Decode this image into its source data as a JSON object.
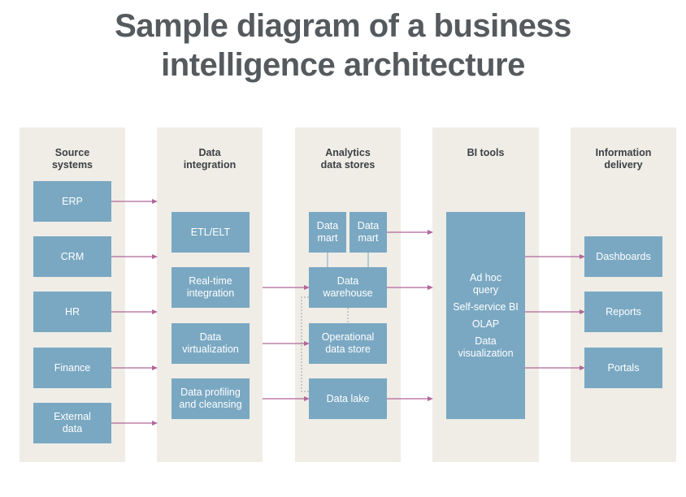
{
  "title": {
    "line1": "Sample diagram of a business",
    "line2": "intelligence architecture"
  },
  "columns": {
    "source": "Source\nsystems",
    "integration": "Data\nintegration",
    "stores": "Analytics\ndata stores",
    "bi": "BI tools",
    "delivery": "Information\ndelivery"
  },
  "source_systems": [
    "ERP",
    "CRM",
    "HR",
    "Finance",
    "External\ndata"
  ],
  "data_integration": [
    "ETL/ELT",
    "Real-time\nintegration",
    "Data\nvirtualization",
    "Data profiling\nand cleansing"
  ],
  "data_stores": {
    "mart_1": "Data\nmart",
    "mart_2": "Data\nmart",
    "warehouse": "Data\nwarehouse",
    "ods": "Operational\ndata store",
    "lake": "Data lake"
  },
  "bi_tools": [
    "Ad hoc\nquery",
    "Self-service BI",
    "OLAP",
    "Data\nvisualization"
  ],
  "information_delivery": [
    "Dashboards",
    "Reports",
    "Portals"
  ],
  "colors": {
    "box": "#7aa8c2",
    "column_bg": "#efede6",
    "arrow": "#b2669a",
    "title": "#555a5e"
  }
}
